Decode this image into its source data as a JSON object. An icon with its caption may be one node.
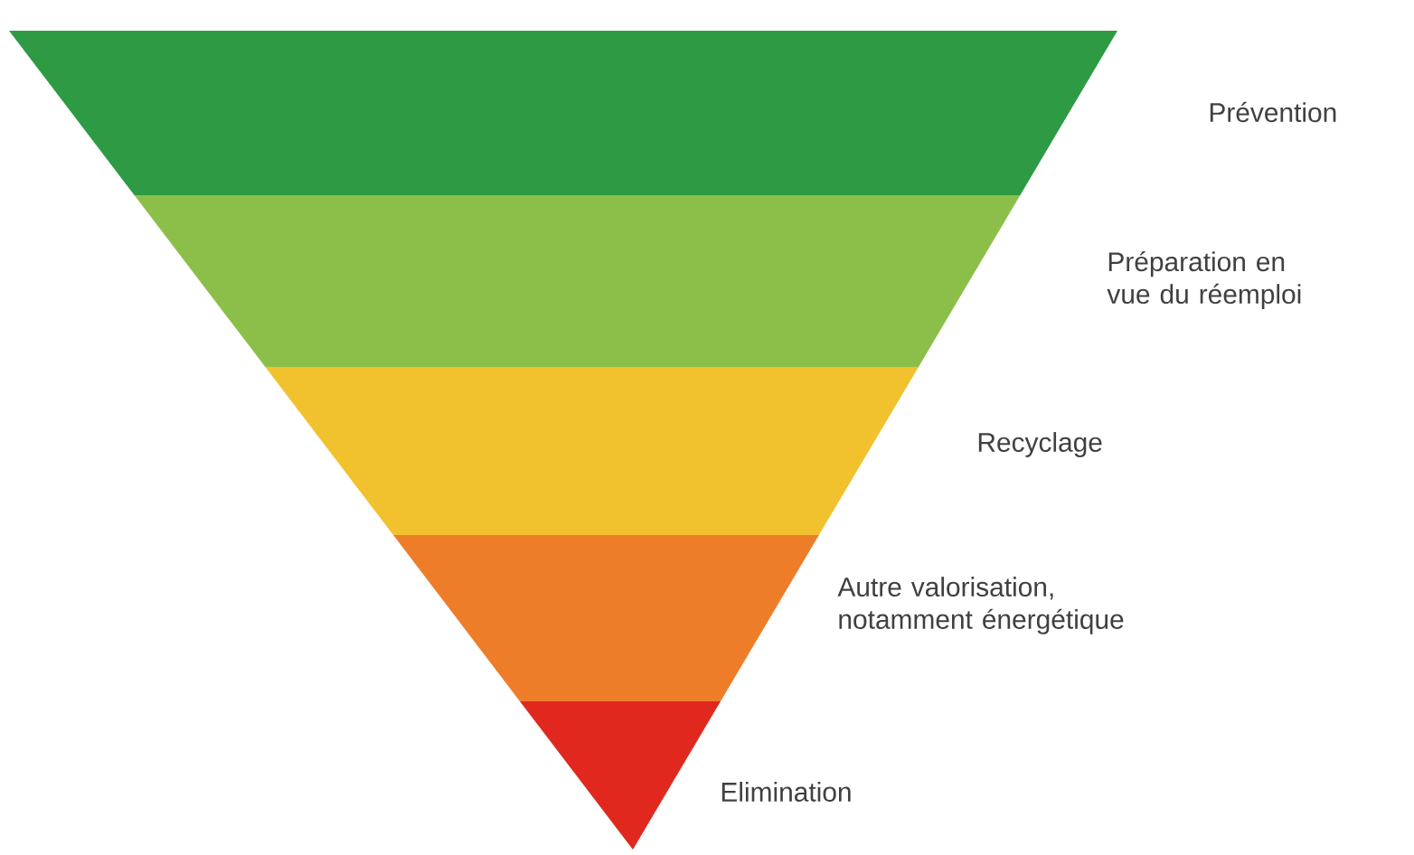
{
  "diagram": {
    "nodes": [
      {
        "text": [],
        "shape": "band",
        "beside": [
          "Prévention"
        ]
      },
      {
        "text": [],
        "shape": "band",
        "beside": [
          "Préparation en vue du réemploi"
        ]
      },
      {
        "text": [],
        "shape": "band",
        "beside": [
          "Recyclage"
        ]
      },
      {
        "text": [],
        "shape": "band",
        "beside": [
          "Autre valorisation, notamment énergétique"
        ]
      },
      {
        "text": [],
        "shape": "band",
        "beside": [
          "Elimination"
        ]
      }
    ]
  }
}
